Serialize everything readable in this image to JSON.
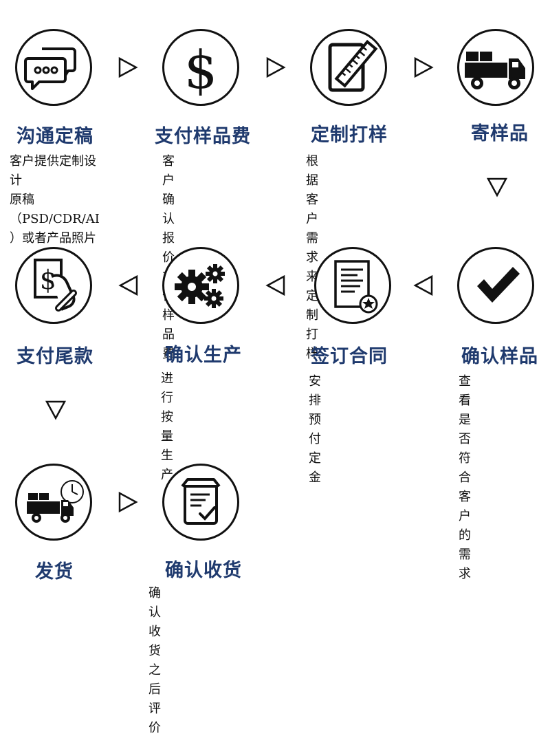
{
  "steps": [
    {
      "title": "沟通定稿",
      "desc": "客户提供定制设计\n原稿（PSD/CDR/AI\n）或者产品照片",
      "icon": "chat-bubbles-icon"
    },
    {
      "title": "支付样品费",
      "desc": "客户确认报价\n支付样品费",
      "icon": "dollar-sign-icon"
    },
    {
      "title": "定制打样",
      "desc": "根据客户需求来\n定制打样",
      "icon": "tablet-ruler-icon"
    },
    {
      "title": "寄样品",
      "desc": "",
      "icon": "delivery-truck-icon"
    },
    {
      "title": "确认样品",
      "desc": "查看是否符合\n客户的需求",
      "icon": "checkmark-icon"
    },
    {
      "title": "签订合同",
      "desc": "安排预付定金",
      "icon": "contract-seal-icon"
    },
    {
      "title": "确认生产",
      "desc": "进行按量生产",
      "icon": "gears-icon"
    },
    {
      "title": "支付尾款",
      "desc": "",
      "icon": "hand-money-icon"
    },
    {
      "title": "发货",
      "desc": "",
      "icon": "truck-clock-icon"
    },
    {
      "title": "确认收货",
      "desc": "确认收货之后评价",
      "icon": "receipt-check-icon"
    }
  ],
  "colors": {
    "title": "#1f3a6e",
    "stroke": "#111111"
  }
}
